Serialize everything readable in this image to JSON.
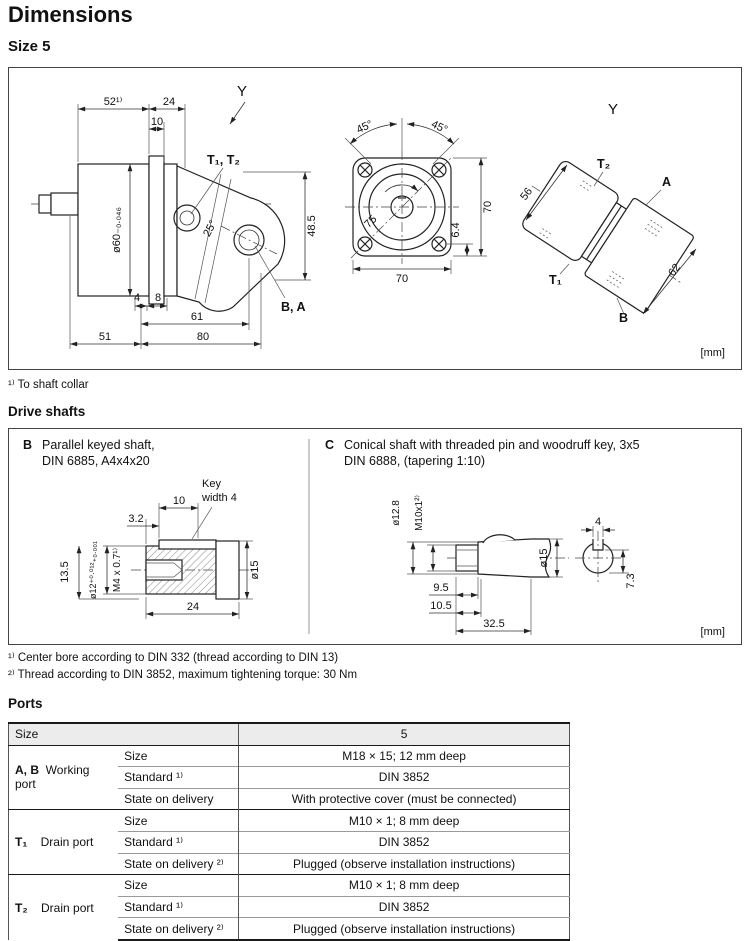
{
  "page": {
    "title": "Dimensions",
    "subtitle": "Size 5",
    "drive_shafts_heading": "Drive shafts",
    "ports_heading": "Ports",
    "footnote_shaft_collar": "¹⁾ To shaft collar",
    "footnote_center_bore": "¹⁾ Center bore according to DIN 332 (thread according to DIN 13)",
    "footnote_thread": "²⁾ Thread according to DIN 3852, maximum tightening torque: 30 Nm"
  },
  "dimension_drawing": {
    "view_y_label": "Y",
    "unit": "[mm]",
    "side_view": {
      "labels": {
        "t_ports": "T₁, T₂",
        "ba_ports": "B, A"
      },
      "dims": {
        "d52": "52¹⁾",
        "d24": "24",
        "d10": "10",
        "d60": "ø60₋₀.₀₄₆",
        "angle": "25°",
        "d485": "48.5",
        "d4": "4",
        "d8": "8",
        "d61": "61",
        "d80": "80",
        "d51": "51"
      }
    },
    "flange_view": {
      "dims": {
        "a45l": "45°",
        "a45r": "45°",
        "d75": "75",
        "d70r": "70",
        "d64": "6.4",
        "d70b": "70"
      }
    },
    "y_view": {
      "labels": {
        "t2": "T₂",
        "a": "A",
        "t1": "T₁",
        "b": "B"
      },
      "dims": {
        "d56": "56",
        "d62": "62"
      }
    }
  },
  "drive_shafts": {
    "unit": "[mm]",
    "b": {
      "key": "B",
      "title_line1": "Parallel keyed shaft,",
      "title_line2": "DIN 6885, A4x4x20",
      "dims": {
        "key_note_1": "Key",
        "key_note_2": "width 4",
        "d10": "10",
        "d32": "3.2",
        "d12": "ø12⁺⁰·⁰¹²₊₀.₀₀₁",
        "m4": "M4 x 0.7¹⁾",
        "d135": "13.5",
        "d15": "ø15",
        "d24": "24"
      }
    },
    "c": {
      "key": "C",
      "title_line1": "Conical shaft with threaded pin and woodruff key, 3x5",
      "title_line2": "DIN 6888, (tapering 1:10)",
      "dims": {
        "d128": "ø12.8",
        "m10": "M10x1²⁾",
        "d4": "4",
        "d15": "ø15",
        "d73": "7.3",
        "d95": "9.5",
        "d105": "10.5",
        "d325": "32.5"
      }
    }
  },
  "ports_table": {
    "header": {
      "col_label": "Size",
      "col_value": "5"
    },
    "groups": [
      {
        "port": "A, B",
        "type": "Working port",
        "rows": [
          {
            "label": "Size",
            "value": "M18 × 15; 12 mm deep"
          },
          {
            "label": "Standard ¹⁾",
            "value": "DIN 3852"
          },
          {
            "label": "State on delivery",
            "value": "With protective cover (must be connected)"
          }
        ]
      },
      {
        "port": "T₁",
        "type": "Drain port",
        "rows": [
          {
            "label": "Size",
            "value": "M10 × 1; 8 mm deep"
          },
          {
            "label": "Standard ¹⁾",
            "value": "DIN 3852"
          },
          {
            "label": "State on delivery ²⁾",
            "value": "Plugged (observe installation instructions)"
          }
        ]
      },
      {
        "port": "T₂",
        "type": "Drain port",
        "rows": [
          {
            "label": "Size",
            "value": "M10 × 1; 8 mm deep"
          },
          {
            "label": "Standard ¹⁾",
            "value": "DIN 3852"
          },
          {
            "label": "State on delivery ²⁾",
            "value": "Plugged (observe installation instructions)"
          }
        ]
      }
    ]
  }
}
